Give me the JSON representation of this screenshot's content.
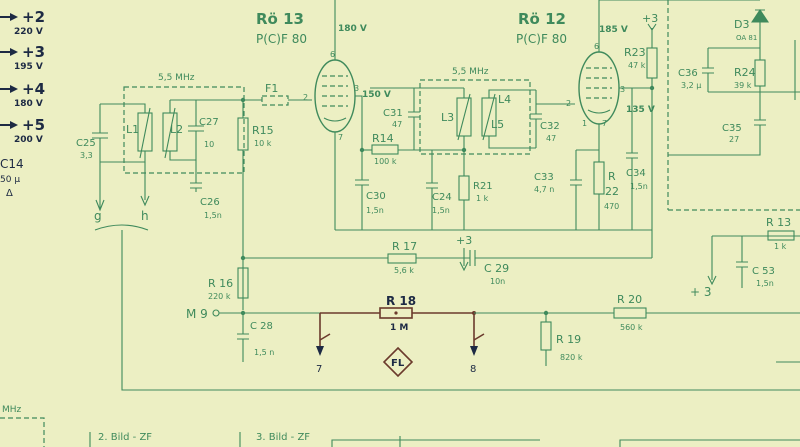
{
  "colors": {
    "background": "#ecefc3",
    "trace": "#3f8a5c",
    "ink": "#1d2a44",
    "highlight": "#6b3a2c"
  },
  "supply": [
    {
      "num": "2",
      "volt": "220 V"
    },
    {
      "num": "3",
      "volt": "195 V"
    },
    {
      "num": "4",
      "volt": "180 V"
    },
    {
      "num": "5",
      "volt": "200 V"
    }
  ],
  "c14": {
    "name": "C14",
    "value": "50 µ",
    "symbol": "Δ"
  },
  "tubes": {
    "ro13": {
      "name": "Rö 13",
      "type": "P(C)F 80",
      "anode_v": "180 V",
      "screen_v": "150 V"
    },
    "ro12": {
      "name": "Rö 12",
      "type": "P(C)F 80",
      "anode_v": "185 V",
      "screen_v": "135 V"
    }
  },
  "pins": {
    "p2": "2",
    "p3": "3",
    "p6": "6",
    "p7": "7",
    "p1": "1"
  },
  "labels": {
    "bf1": "5,5 MHz",
    "bf2": "5,5 MHz",
    "F1": "F1",
    "L1": "L1",
    "L2": "L2",
    "L3": "L3",
    "L4": "L4",
    "L5": "L5",
    "C25": "C25",
    "C25v": "3,3",
    "C27": "C27",
    "C27v": "10",
    "R15": "R15",
    "R15v": "10 k",
    "C26": "C26",
    "C26v": "1,5n",
    "C31": "C31",
    "C31v": "47",
    "R14": "R14",
    "R14v": "100 k",
    "C30": "C30",
    "C30v": "1,5n",
    "C24": "C24",
    "C24v": "1,5n",
    "R21": "R21",
    "R21v": "1 k",
    "C32": "C32",
    "C32v": "47",
    "C33": "C33",
    "C33v": "4,7 n",
    "R22": "R",
    "R22n": "22",
    "R22v": "470",
    "C34": "C34",
    "C34v": "1,5n",
    "R23": "R23",
    "R23v": "47 k",
    "plus3": "+3",
    "C36": "C36",
    "C36v": "3,2 µ",
    "R24": "R24",
    "R24v": "39 k",
    "D3": "D3",
    "D3v": "OA 81",
    "C35": "C35",
    "C35v": "27",
    "g": "g",
    "h": "h",
    "R17": "R 17",
    "R17v": "5,6 k",
    "C29": "C 29",
    "C29v": "10n",
    "R16": "R 16",
    "R16v": "220 k",
    "M9": "M 9",
    "C28": "C 28",
    "C28v": "1,5 n",
    "R18": "R 18",
    "R18v": "1 M",
    "FL": "FL",
    "j7": "7",
    "j8": "8",
    "R19": "R 19",
    "R19v": "820 k",
    "R20": "R 20",
    "R20v": "560 k",
    "R13": "R 13",
    "R13v": "1 k",
    "C53": "C 53",
    "C53v": "1,5n",
    "minus3": "+ 3",
    "mhz": "MHz",
    "bild2": "2. Bild - ZF",
    "bild3": "3. Bild - ZF"
  }
}
